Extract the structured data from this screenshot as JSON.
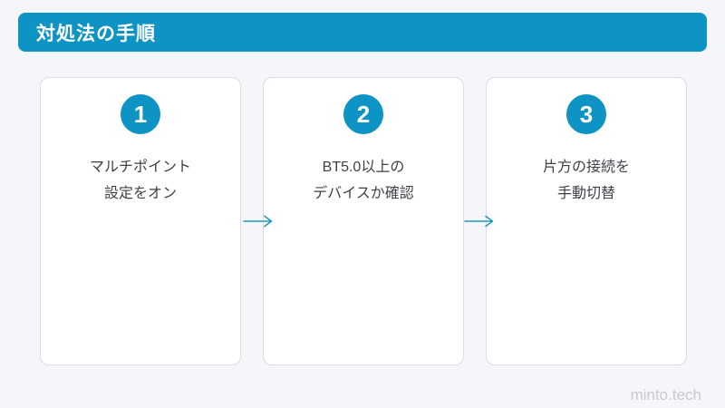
{
  "header": {
    "title": "対処法の手順"
  },
  "steps": [
    {
      "number": "1",
      "line1": "マルチポイント",
      "line2": "設定をオン"
    },
    {
      "number": "2",
      "line1": "BT5.0以上の",
      "line2": "デバイスか確認"
    },
    {
      "number": "3",
      "line1": "片方の接続を",
      "line2": "手動切替"
    }
  ],
  "arrow": {
    "glyph": "→",
    "color": "#2099B8"
  },
  "footer": {
    "watermark": "minto.tech"
  },
  "colors": {
    "accent_blue": "#0E94C4",
    "arrow_teal": "#2099B8",
    "background": "#F4F6FA",
    "card_background": "#FFFFFF",
    "card_border": "#D9DDE2",
    "card_text": "#3D4247",
    "header_text": "#FFFFFF",
    "watermark_text": "#C5C9D1"
  }
}
